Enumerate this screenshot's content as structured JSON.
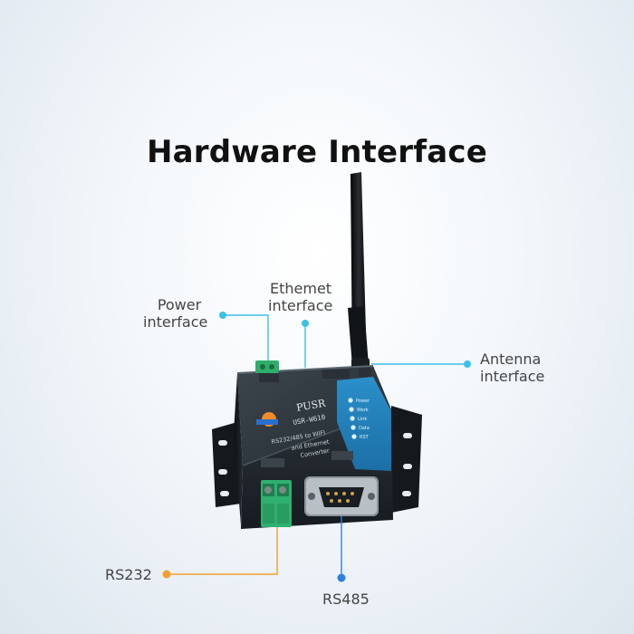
{
  "title": "Hardware Interface",
  "device": {
    "brand": "PUSR",
    "model": "USR-W610",
    "description_line1": "RS232/485 to WIFI",
    "description_line2": "and Ethernet",
    "description_line3": "Converter",
    "leds": [
      "Power",
      "Work",
      "Link",
      "Data",
      "RST"
    ]
  },
  "callouts": {
    "power": {
      "line1": "Power",
      "line2": "interface",
      "color": "#3cc0e8"
    },
    "ethernet": {
      "line1": "Ethemet",
      "line2": "interface",
      "color": "#3cc0e8"
    },
    "antenna": {
      "line1": "Antenna",
      "line2": "interface",
      "color": "#3cc0e8"
    },
    "rs232": {
      "label": "RS232",
      "color": "#f0a030"
    },
    "rs485": {
      "label": "RS485",
      "color": "#2f7fe0"
    }
  }
}
